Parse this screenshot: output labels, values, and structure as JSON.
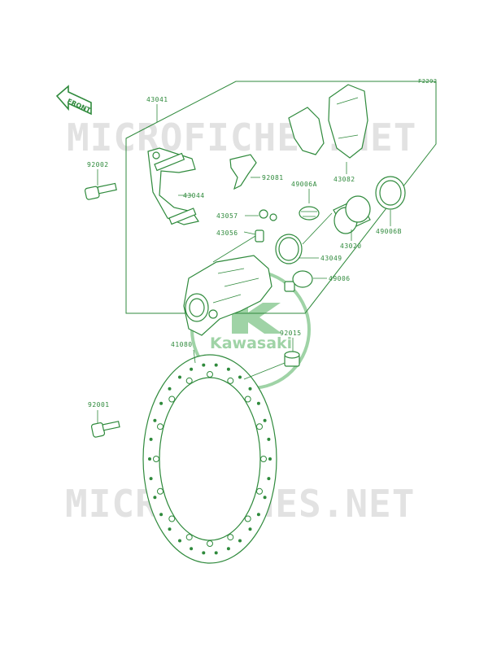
{
  "figure_ref": "F2292",
  "front_arrow_text": "FRONT",
  "watermark": "MICROFICHES.NET",
  "logo_text": "Kawasaki",
  "colors": {
    "line": "#2f8a3c",
    "watermark": "#e2e2e2",
    "logo": "#9fd3a6"
  },
  "parts": [
    {
      "id": "p43041",
      "label": "43041"
    },
    {
      "id": "p92002",
      "label": "92002"
    },
    {
      "id": "p43044",
      "label": "43044"
    },
    {
      "id": "p92081",
      "label": "92081"
    },
    {
      "id": "p43082",
      "label": "43082"
    },
    {
      "id": "p49006A",
      "label": "49006A"
    },
    {
      "id": "p43057",
      "label": "43057"
    },
    {
      "id": "p43056",
      "label": "43056"
    },
    {
      "id": "p43020",
      "label": "43020"
    },
    {
      "id": "p49006B",
      "label": "49006B"
    },
    {
      "id": "p43049",
      "label": "43049"
    },
    {
      "id": "p49006",
      "label": "49006"
    },
    {
      "id": "p92015",
      "label": "92015"
    },
    {
      "id": "p41080",
      "label": "41080"
    },
    {
      "id": "p92001",
      "label": "92001"
    }
  ]
}
